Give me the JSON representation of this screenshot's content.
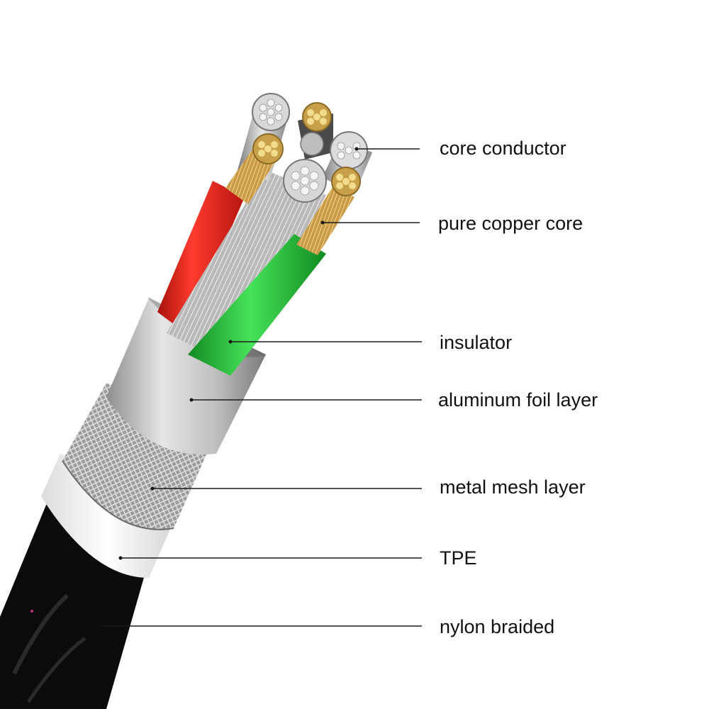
{
  "colors": {
    "background": "#ffffff",
    "jacket": "#0b0b0b",
    "tpe": "#f4f4f4",
    "mesh": "#a9a9a9",
    "foil": "#c2c2c2",
    "insulator_red": "#e8231c",
    "insulator_green": "#23c33a",
    "copper": "#d9b060",
    "tinned": "#cfcfcf",
    "leader_line": "#1a1a1a"
  },
  "labels": [
    {
      "id": "core-conductor",
      "text": "core conductor"
    },
    {
      "id": "pure-copper-core",
      "text": "pure copper core"
    },
    {
      "id": "insulator",
      "text": "insulator"
    },
    {
      "id": "aluminum-foil-layer",
      "text": "aluminum foil layer"
    },
    {
      "id": "metal-mesh-layer",
      "text": "metal mesh layer"
    },
    {
      "id": "tpe",
      "text": "TPE"
    },
    {
      "id": "nylon-braided",
      "text": "nylon braided"
    }
  ]
}
